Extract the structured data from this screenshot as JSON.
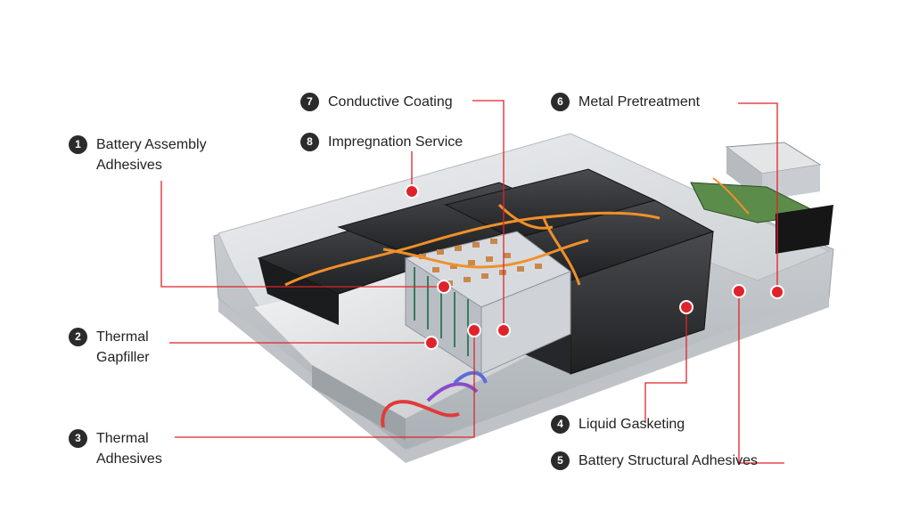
{
  "colors": {
    "leader_line": "#e0232b",
    "marker": "#e0232b",
    "badge": "#2b2b2b",
    "housing": "#dcdfe2",
    "battery_module": "#2e2f31",
    "cooling_tube": "#f0902a",
    "thermal_pipe": "#e23a3a"
  },
  "callouts": [
    {
      "number": "1",
      "lines": [
        "Battery Assembly",
        "Adhesives"
      ]
    },
    {
      "number": "2",
      "lines": [
        "Thermal",
        "Gapfiller"
      ]
    },
    {
      "number": "3",
      "lines": [
        "Thermal",
        "Adhesives"
      ]
    },
    {
      "number": "4",
      "lines": [
        "Liquid Gasketing"
      ]
    },
    {
      "number": "5",
      "lines": [
        "Battery Structural Adhesives"
      ]
    },
    {
      "number": "6",
      "lines": [
        "Metal Pretreatment"
      ]
    },
    {
      "number": "7",
      "lines": [
        "Conductive Coating"
      ]
    },
    {
      "number": "8",
      "lines": [
        "Impregnation Service"
      ]
    }
  ]
}
